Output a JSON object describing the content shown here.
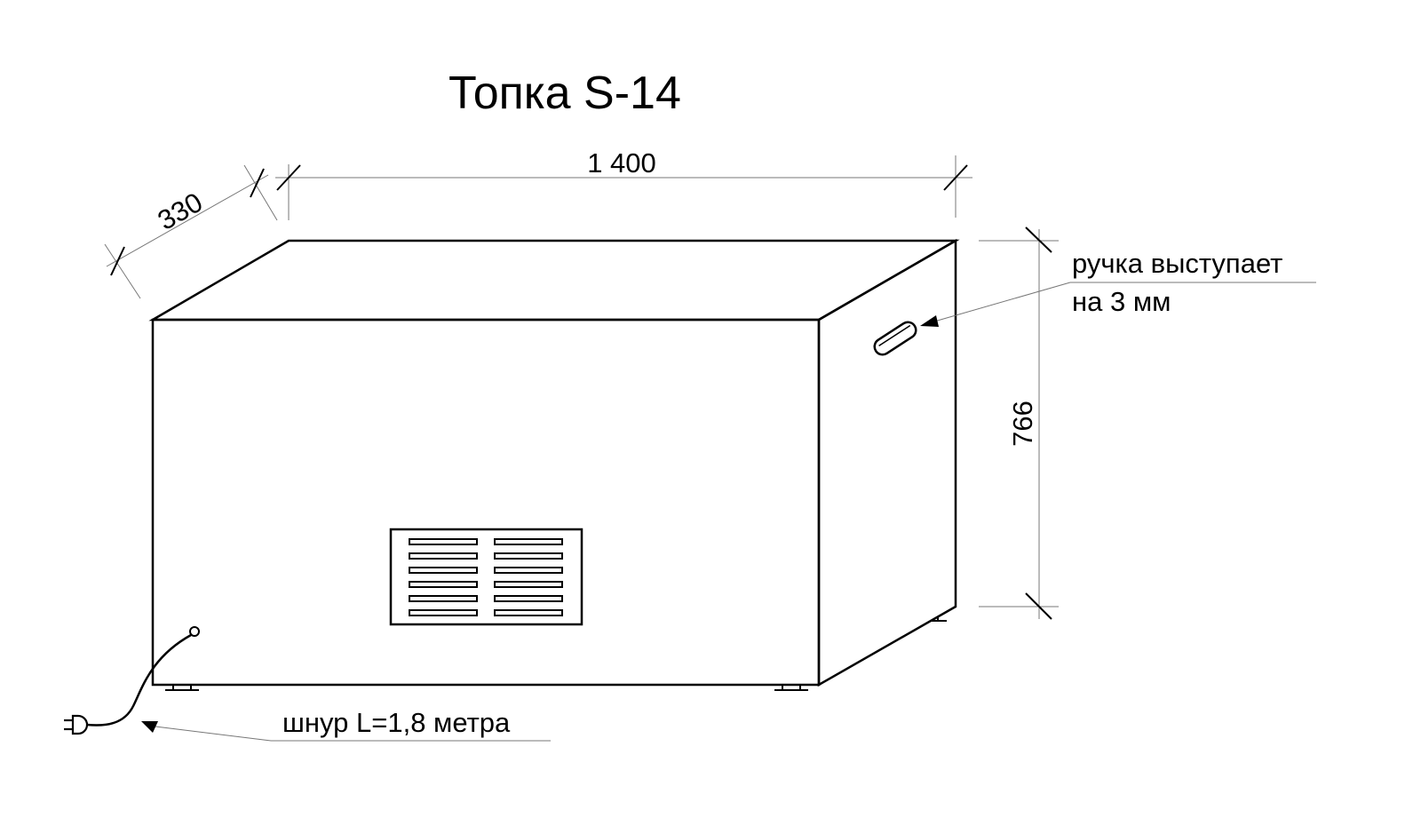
{
  "title": "Топка S-14",
  "dimensions": {
    "width": "1 400",
    "depth": "330",
    "height": "766"
  },
  "notes": {
    "handle_line1": "ручка выступает",
    "handle_line2": "на 3 мм",
    "cord": "шнур L=1,8 метра"
  },
  "colors": {
    "line": "#000000",
    "dimension_line": "#777777"
  }
}
